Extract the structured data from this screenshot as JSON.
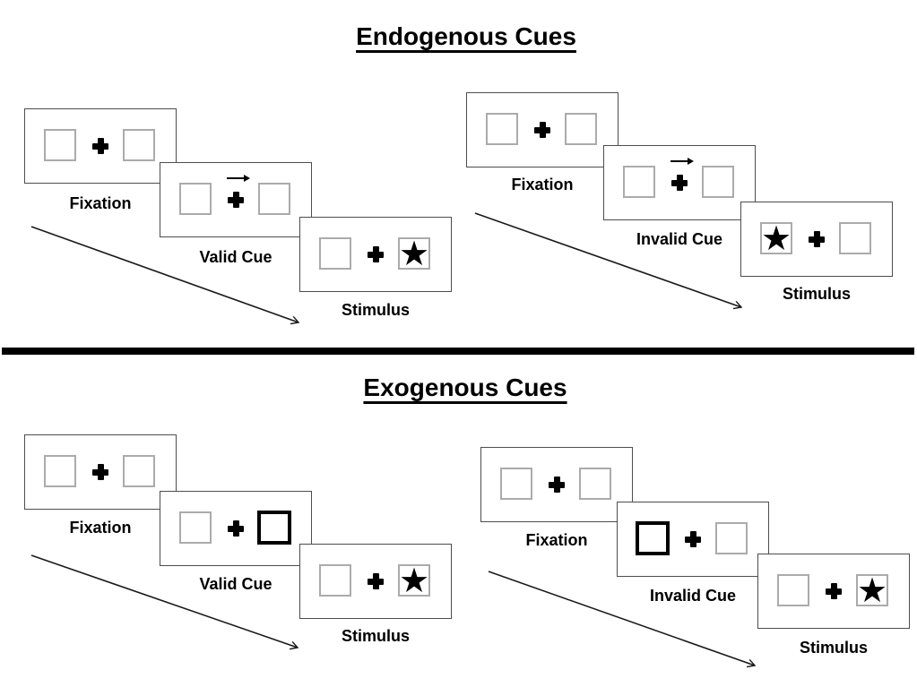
{
  "colors": {
    "background": "#ffffff",
    "ink": "#000000",
    "panel_border": "#4d4d4d",
    "box_border": "#ababab",
    "cue_box_border": "#000000"
  },
  "symbols": {
    "star": "★"
  },
  "sections": [
    {
      "title": "Endogenous Cues",
      "sequences": [
        {
          "name": "Valid",
          "panels": [
            {
              "label": "Fixation",
              "type": "fixation"
            },
            {
              "label": "Valid Cue",
              "type": "cue",
              "cue": "central-arrow-right"
            },
            {
              "label": "Stimulus",
              "type": "stimulus",
              "star": "right"
            }
          ]
        },
        {
          "name": "Invalid",
          "panels": [
            {
              "label": "Fixation",
              "type": "fixation"
            },
            {
              "label": "Invalid Cue",
              "type": "cue",
              "cue": "central-arrow-right"
            },
            {
              "label": "Stimulus",
              "type": "stimulus",
              "star": "left"
            }
          ]
        }
      ]
    },
    {
      "title": "Exogenous Cues",
      "sequences": [
        {
          "name": "Valid",
          "panels": [
            {
              "label": "Fixation",
              "type": "fixation"
            },
            {
              "label": "Valid Cue",
              "type": "cue",
              "cue": "peripheral-bold-box-right"
            },
            {
              "label": "Stimulus",
              "type": "stimulus",
              "star": "right"
            }
          ]
        },
        {
          "name": "Invalid",
          "panels": [
            {
              "label": "Fixation",
              "type": "fixation"
            },
            {
              "label": "Invalid Cue",
              "type": "cue",
              "cue": "peripheral-bold-box-left"
            },
            {
              "label": "Stimulus",
              "type": "stimulus",
              "star": "right"
            }
          ]
        }
      ]
    }
  ]
}
